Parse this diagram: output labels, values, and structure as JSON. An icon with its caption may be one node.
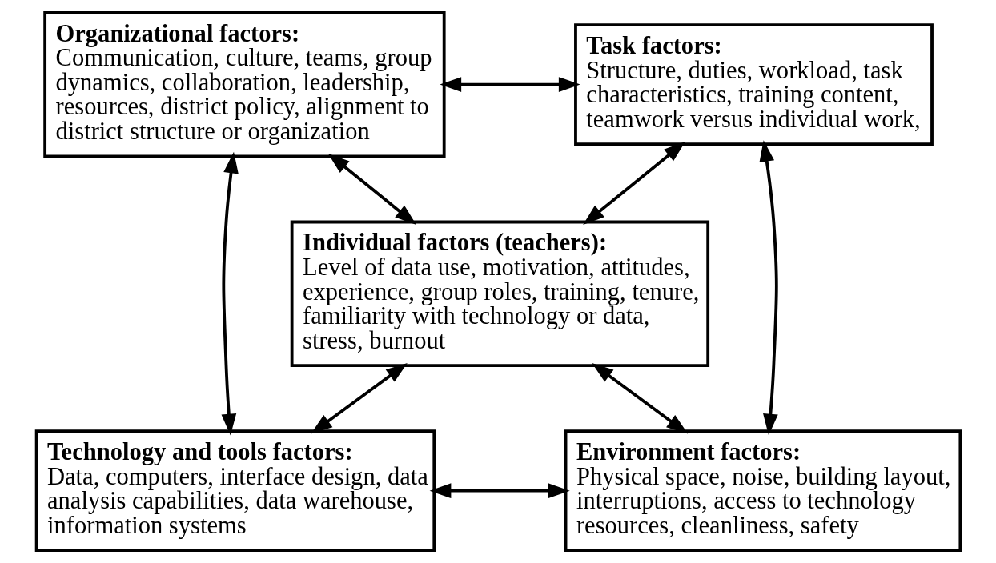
{
  "diagram": {
    "nodes": [
      {
        "text": [
          "Organizational factors:",
          "Communication, culture, teams, group dynamics, collaboration, leadership, resources, district policy, alignment to district structure or organization"
        ]
      },
      {
        "text": [
          "Task factors:",
          "Structure, duties, workload, task characteristics, training content, teamwork versus individual work,"
        ]
      },
      {
        "text": [
          "Individual factors (teachers):",
          "Level of data use, motivation, attitudes, experience, group roles, training, tenure, familiarity with technology or data, stress, burnout"
        ]
      },
      {
        "text": [
          "Technology and tools factors:",
          "Data, computers, interface design, data analysis capabilities, data warehouse, information systems"
        ]
      },
      {
        "text": [
          "Environment factors:",
          "Physical space, noise, building layout, interruptions, access to technology resources, cleanliness, safety"
        ]
      }
    ],
    "edges": [
      {
        "from": 0,
        "to": 1,
        "arrow": "both"
      },
      {
        "from": 0,
        "to": 2,
        "arrow": "both"
      },
      {
        "from": 1,
        "to": 2,
        "arrow": "both"
      },
      {
        "from": 0,
        "to": 3,
        "arrow": "both"
      },
      {
        "from": 1,
        "to": 4,
        "arrow": "both"
      },
      {
        "from": 2,
        "to": 3,
        "arrow": "both"
      },
      {
        "from": 2,
        "to": 4,
        "arrow": "both"
      },
      {
        "from": 3,
        "to": 4,
        "arrow": "both"
      }
    ]
  }
}
